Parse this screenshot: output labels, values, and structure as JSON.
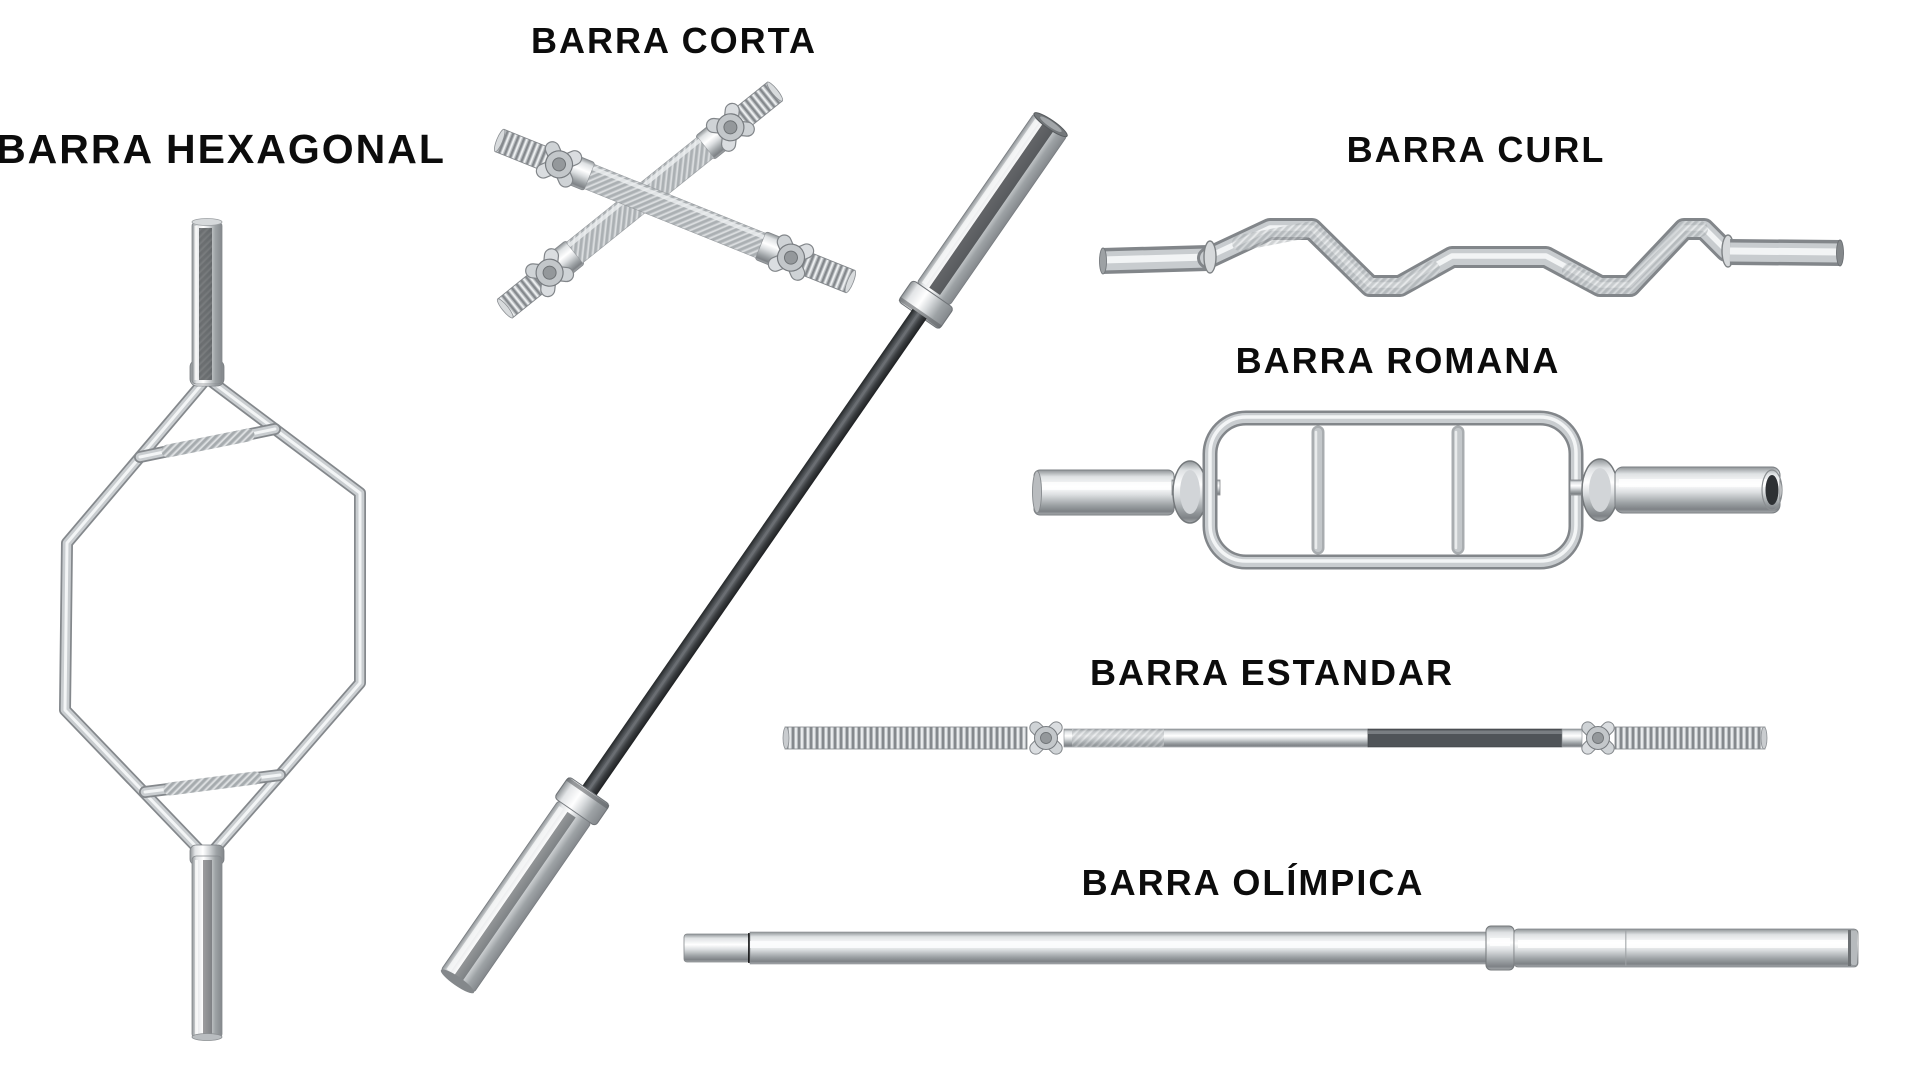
{
  "page": {
    "background_color": "#ffffff",
    "label_text_color": "#0c0c0c",
    "language": "es"
  },
  "labels": {
    "hexagonal": "BARRA HEXAGONAL",
    "corta": "BARRA CORTA",
    "curl": "BARRA CURL",
    "romana": "BARRA ROMANA",
    "estandar": "BARRA ESTANDAR",
    "olimpica": "BARRA OLÍMPICA"
  },
  "illustrations": [
    {
      "icon": "hex-trap-bar-icon",
      "finish": "chrome",
      "orientation": "vertical"
    },
    {
      "icon": "short-dumbbell-bars-crossed-icon",
      "finish": "chrome",
      "count": 2
    },
    {
      "icon": "olympic-bar-diagonal-icon",
      "finish": "black shaft, chrome sleeves"
    },
    {
      "icon": "ez-curl-bar-icon",
      "finish": "chrome"
    },
    {
      "icon": "roman-triceps-bar-icon",
      "finish": "chrome"
    },
    {
      "icon": "standard-spinlock-bar-icon",
      "finish": "chrome, dark center grip"
    },
    {
      "icon": "olympic-bar-icon",
      "finish": "chrome"
    }
  ],
  "colors": {
    "chrome_highlight": "#ffffff",
    "chrome_light": "#e8eaec",
    "chrome_mid": "#c3c7ca",
    "chrome_shadow": "#84888c",
    "dark_shaft": "#3c4044",
    "label_text": "#0c0c0c"
  }
}
